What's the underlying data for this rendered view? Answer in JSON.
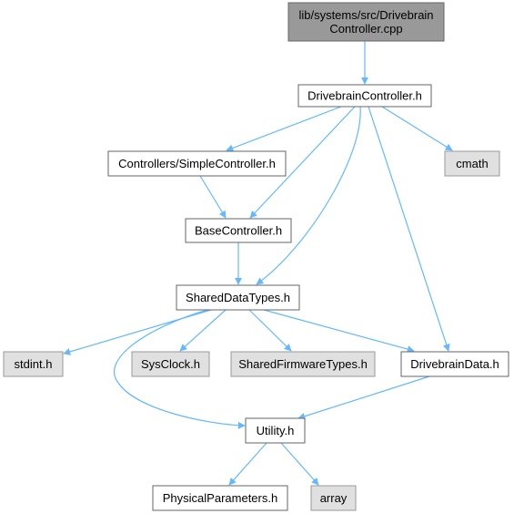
{
  "colors": {
    "edge": "#63b8ff",
    "root_fill": "#999999",
    "root_stroke": "#666666",
    "node_fill": "#ffffff",
    "node_stroke": "#666666",
    "system_fill": "#e0e0e0",
    "system_stroke": "#999999"
  },
  "nodes": [
    {
      "id": "root",
      "lines": [
        "lib/systems/src/Drivebrain",
        "Controller.cpp"
      ],
      "style": "root"
    },
    {
      "id": "drivebrain_controller_h",
      "lines": [
        "DrivebrainController.h"
      ],
      "style": "node"
    },
    {
      "id": "simple_controller_h",
      "lines": [
        "Controllers/SimpleController.h"
      ],
      "style": "node"
    },
    {
      "id": "cmath",
      "lines": [
        "cmath"
      ],
      "style": "system"
    },
    {
      "id": "base_controller_h",
      "lines": [
        "BaseController.h"
      ],
      "style": "node"
    },
    {
      "id": "shared_data_types_h",
      "lines": [
        "SharedDataTypes.h"
      ],
      "style": "node"
    },
    {
      "id": "stdint_h",
      "lines": [
        "stdint.h"
      ],
      "style": "system"
    },
    {
      "id": "sysclock_h",
      "lines": [
        "SysClock.h"
      ],
      "style": "system"
    },
    {
      "id": "shared_firmware_types_h",
      "lines": [
        "SharedFirmwareTypes.h"
      ],
      "style": "system"
    },
    {
      "id": "drivebrain_data_h",
      "lines": [
        "DrivebrainData.h"
      ],
      "style": "node"
    },
    {
      "id": "utility_h",
      "lines": [
        "Utility.h"
      ],
      "style": "node"
    },
    {
      "id": "physical_parameters_h",
      "lines": [
        "PhysicalParameters.h"
      ],
      "style": "node"
    },
    {
      "id": "array",
      "lines": [
        "array"
      ],
      "style": "system"
    }
  ],
  "edges": [
    {
      "from": "root",
      "to": "drivebrain_controller_h"
    },
    {
      "from": "drivebrain_controller_h",
      "to": "simple_controller_h"
    },
    {
      "from": "drivebrain_controller_h",
      "to": "cmath"
    },
    {
      "from": "drivebrain_controller_h",
      "to": "base_controller_h"
    },
    {
      "from": "drivebrain_controller_h",
      "to": "shared_data_types_h"
    },
    {
      "from": "drivebrain_controller_h",
      "to": "drivebrain_data_h"
    },
    {
      "from": "simple_controller_h",
      "to": "base_controller_h"
    },
    {
      "from": "base_controller_h",
      "to": "shared_data_types_h"
    },
    {
      "from": "shared_data_types_h",
      "to": "stdint_h"
    },
    {
      "from": "shared_data_types_h",
      "to": "sysclock_h"
    },
    {
      "from": "shared_data_types_h",
      "to": "shared_firmware_types_h"
    },
    {
      "from": "shared_data_types_h",
      "to": "drivebrain_data_h"
    },
    {
      "from": "shared_data_types_h",
      "to": "utility_h"
    },
    {
      "from": "drivebrain_data_h",
      "to": "utility_h"
    },
    {
      "from": "utility_h",
      "to": "physical_parameters_h"
    },
    {
      "from": "utility_h",
      "to": "array"
    }
  ]
}
